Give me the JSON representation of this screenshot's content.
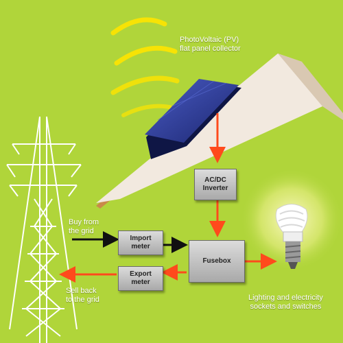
{
  "labels": {
    "pv_collector": "PhotoVoltaic (PV)\nflat panel collector",
    "buy_from_grid": "Buy from\nthe grid",
    "sell_back": "Sell back\nto the grid",
    "lighting": "Lighting and electricity\nsockets and switches"
  },
  "boxes": {
    "inverter": "AC/DC\nInverter",
    "import_meter": "Import\nmeter",
    "export_meter": "Export\nmeter",
    "fusebox": "Fusebox"
  },
  "colors": {
    "background": "#b0d53a",
    "arrow": "#ff4a1c",
    "panel": "#2b3b8f",
    "roof": "#f2e9df",
    "sun_rays": "#ffe400"
  },
  "icons": [
    "sun-rays-icon",
    "solar-panel-icon",
    "pylon-icon",
    "light-bulb-icon"
  ]
}
